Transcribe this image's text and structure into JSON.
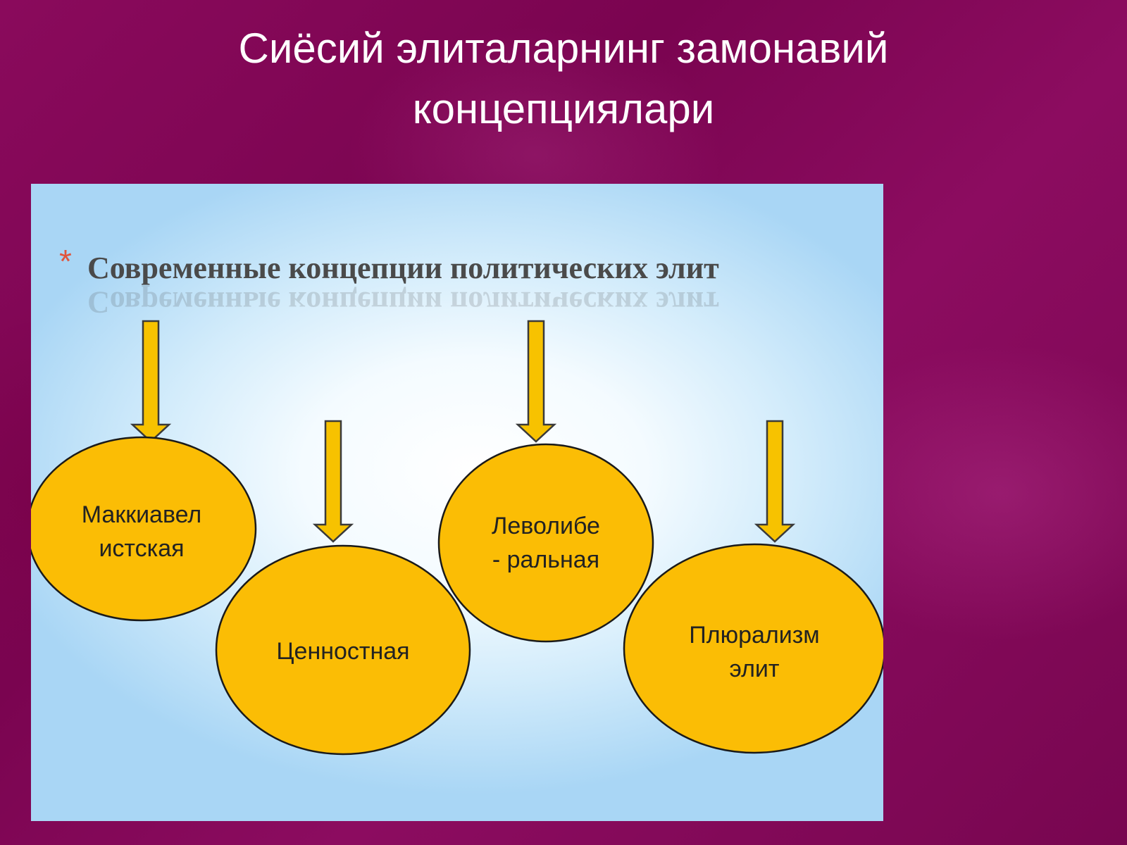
{
  "slide": {
    "title_line1": "Сиёсий элиталарнинг замонавий",
    "title_line2": "концепциялари"
  },
  "diagram": {
    "bullet": "*",
    "heading": "Современные концепции политических элит",
    "nodes": [
      {
        "id": "machiavellian",
        "line1": "Маккиавел",
        "line2": "истская"
      },
      {
        "id": "value",
        "line1": "Ценностная",
        "line2": ""
      },
      {
        "id": "left-liberal",
        "line1": "Леволибе",
        "line2": "- ральная"
      },
      {
        "id": "pluralism",
        "line1": "Плюрализм",
        "line2": "элит"
      }
    ],
    "colors": {
      "node_fill": "#fbbd05",
      "arrow_fill": "#f7c200",
      "outline": "#1a1a1a",
      "bullet": "#e0543c",
      "title_text": "#ffffff",
      "background": "#7a0450"
    }
  }
}
